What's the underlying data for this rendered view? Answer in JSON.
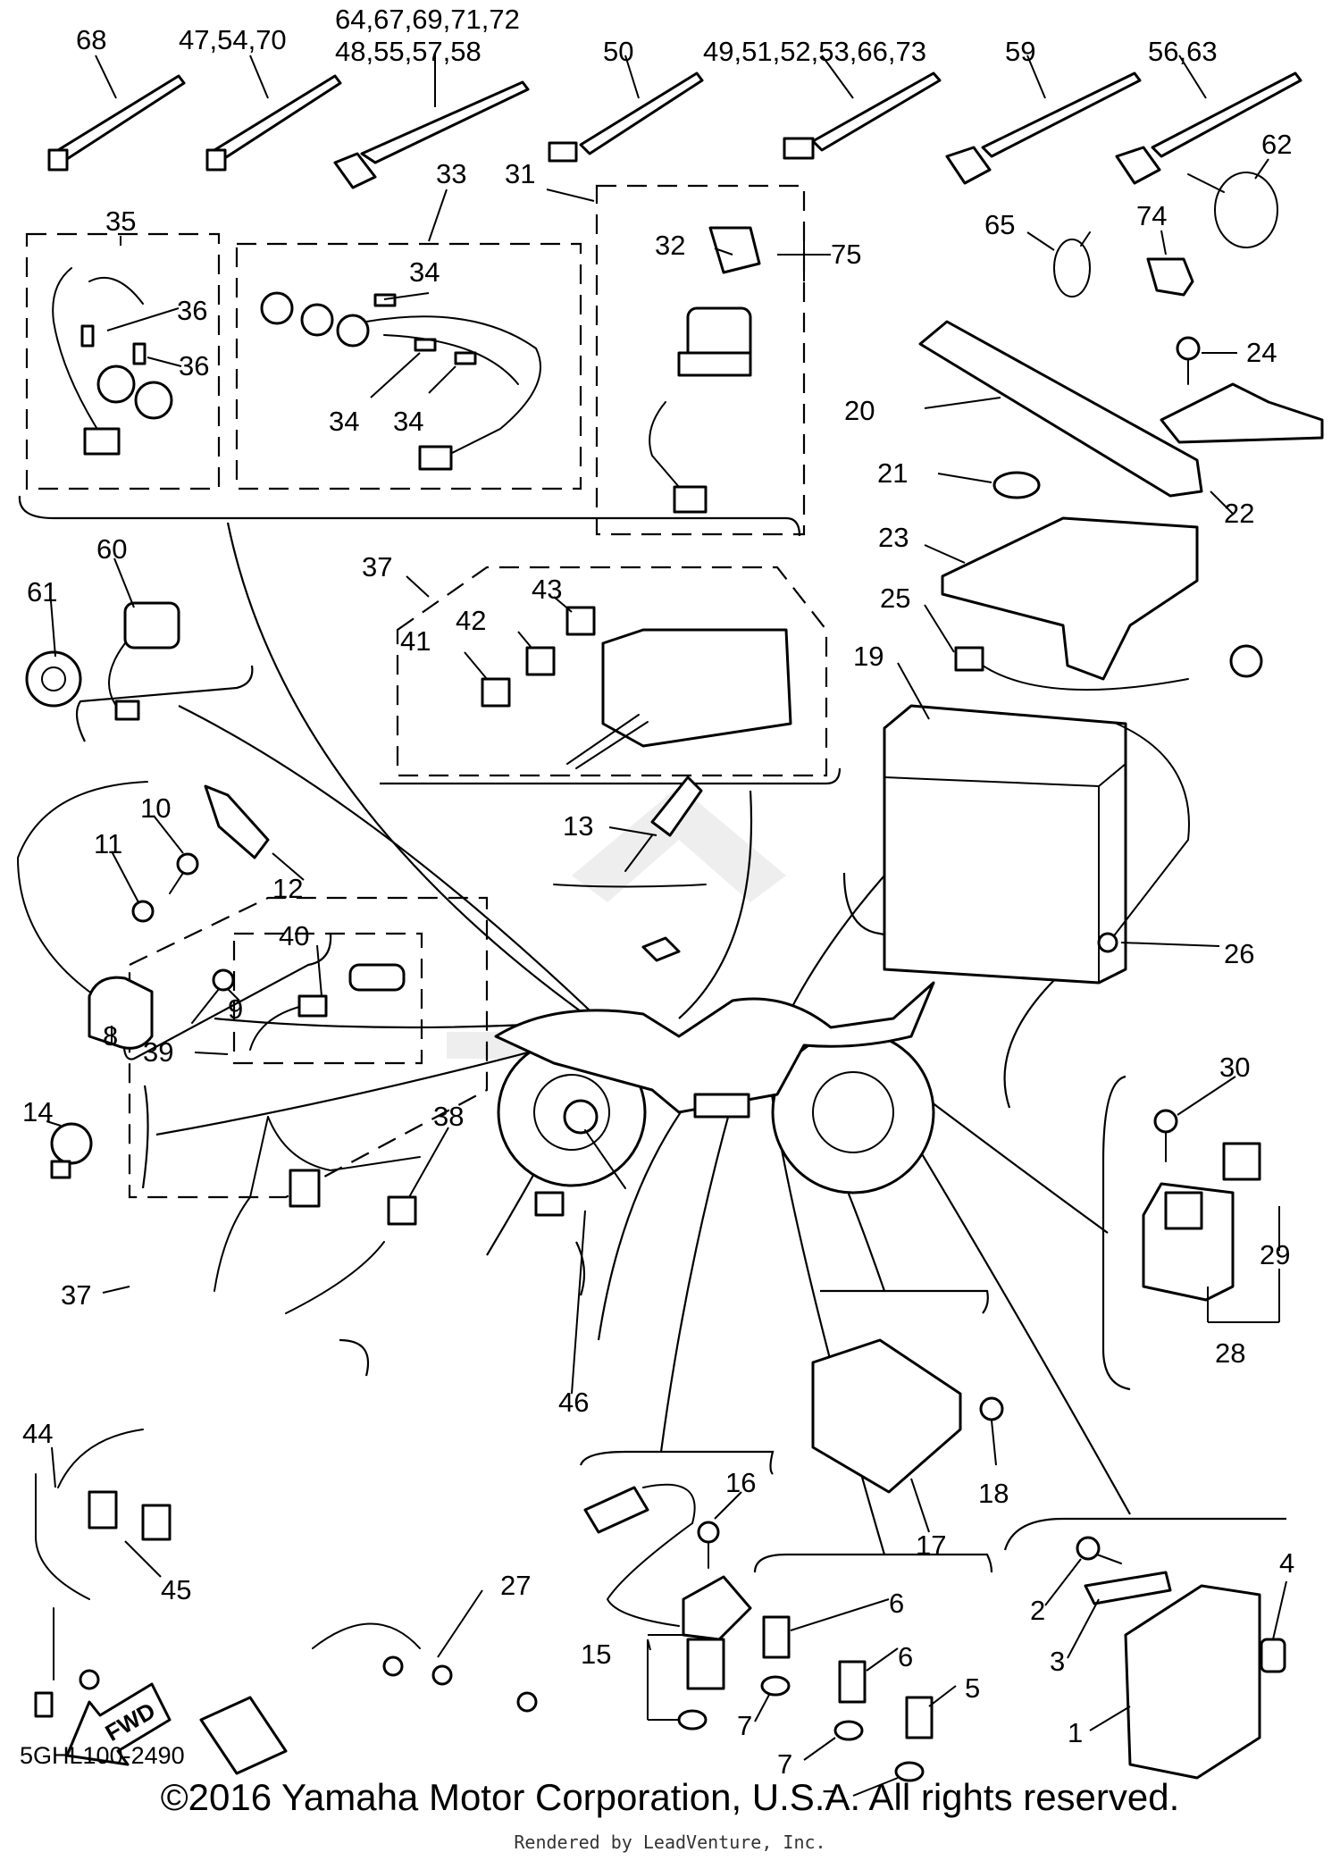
{
  "callouts": {
    "c68": "68",
    "c47": "47,54,70",
    "c64": "64,67,69,71,72",
    "c48": "48,55,57,58",
    "c50": "50",
    "c49": "49,51,52,53,66,73",
    "c59": "59",
    "c56": "56,63",
    "c33": "33",
    "c31": "31",
    "c35": "35",
    "c32": "32",
    "c75": "75",
    "c62": "62",
    "c65": "65",
    "c74": "74",
    "c36a": "36",
    "c36b": "36",
    "c34a": "34",
    "c34b": "34",
    "c34c": "34",
    "c24": "24",
    "c20": "20",
    "c21": "21",
    "c22": "22",
    "c23": "23",
    "c60": "60",
    "c61": "61",
    "c37a": "37",
    "c43": "43",
    "c42": "42",
    "c41": "41",
    "c25": "25",
    "c19": "19",
    "c10": "10",
    "c11": "11",
    "c12": "12",
    "c13": "13",
    "c9": "9",
    "c8": "8",
    "c26": "26",
    "c14": "14",
    "c30": "30",
    "c40": "40",
    "c39": "39",
    "c38": "38",
    "c37b": "37",
    "c29": "29",
    "c28": "28",
    "c46": "46",
    "c18": "18",
    "c44": "44",
    "c16": "16",
    "c17": "17",
    "c45": "45",
    "c27": "27",
    "c4": "4",
    "c6a": "6",
    "c2": "2",
    "c3": "3",
    "c6b": "6",
    "c5": "5",
    "c15": "15",
    "c1": "1",
    "c7a": "7",
    "c7b": "7",
    "c7c": "7"
  },
  "fwd_label": "FWD",
  "reference_code": "5GHL100-2490",
  "copyright": "©2016 Yamaha Motor Corporation, U.S.A. All rights reserved.",
  "rendered_by": "Rendered by LeadVenture, Inc."
}
